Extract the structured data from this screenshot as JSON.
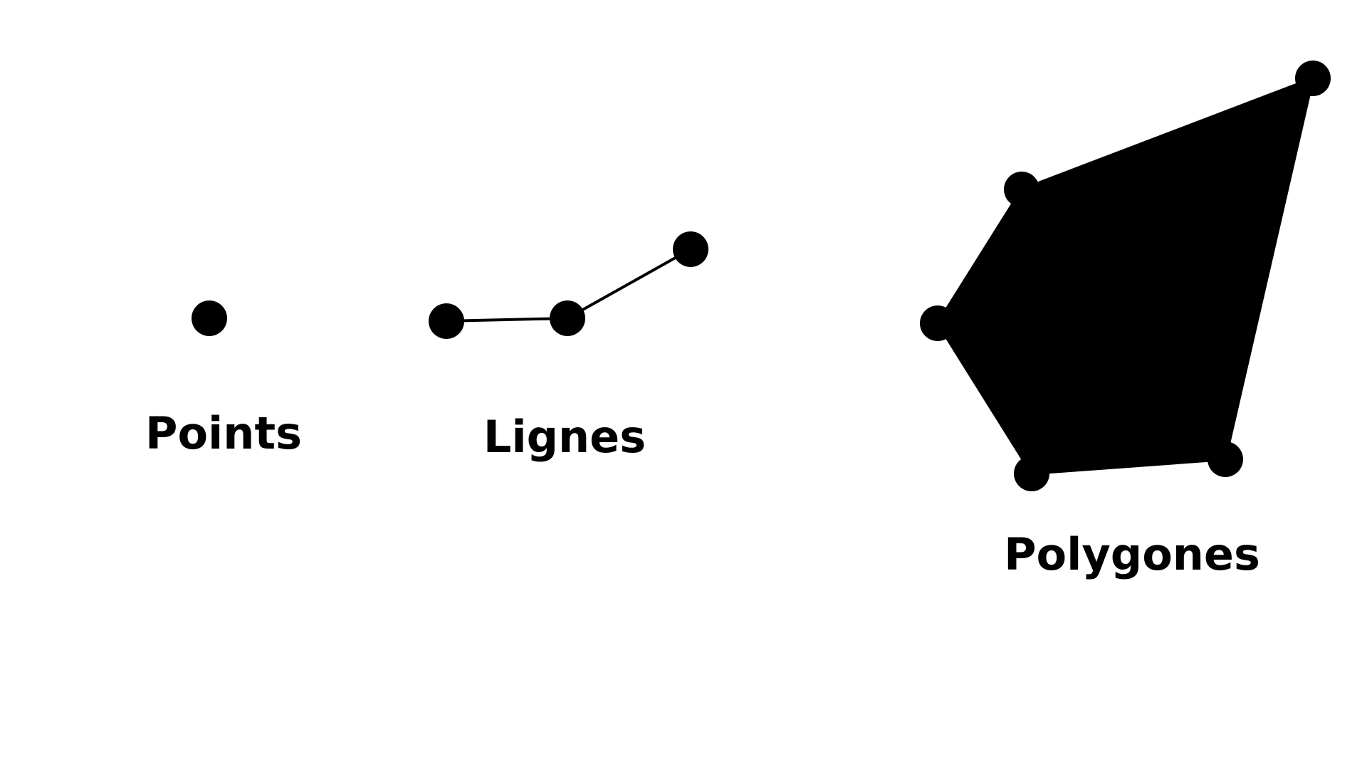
{
  "diagram": {
    "labels": {
      "points": "Points",
      "lines": "Lignes",
      "polygons": "Polygones"
    },
    "colors": {
      "foreground": "#000000",
      "background": "#ffffff"
    }
  }
}
